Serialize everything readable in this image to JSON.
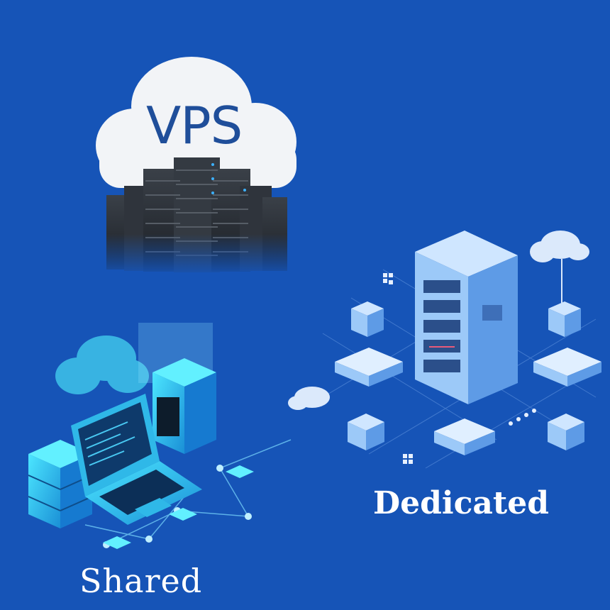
{
  "illustrations": {
    "vps": {
      "cloud_text": "VPS"
    },
    "shared": {
      "label": "Shared"
    },
    "dedicated": {
      "label": "Dedicated"
    }
  },
  "colors": {
    "background": "#1654b7",
    "cloud_white": "#f2f4f7",
    "vps_text": "#1f4e9a",
    "server_dark": "#2a2f36",
    "shared_cyan": "#2fd2f0",
    "dedicated_blue": "#7fb8f5",
    "label_white": "#ffffff"
  },
  "icons": [
    "cloud-icon",
    "server-rack-icon",
    "laptop-icon",
    "network-node-icon"
  ]
}
